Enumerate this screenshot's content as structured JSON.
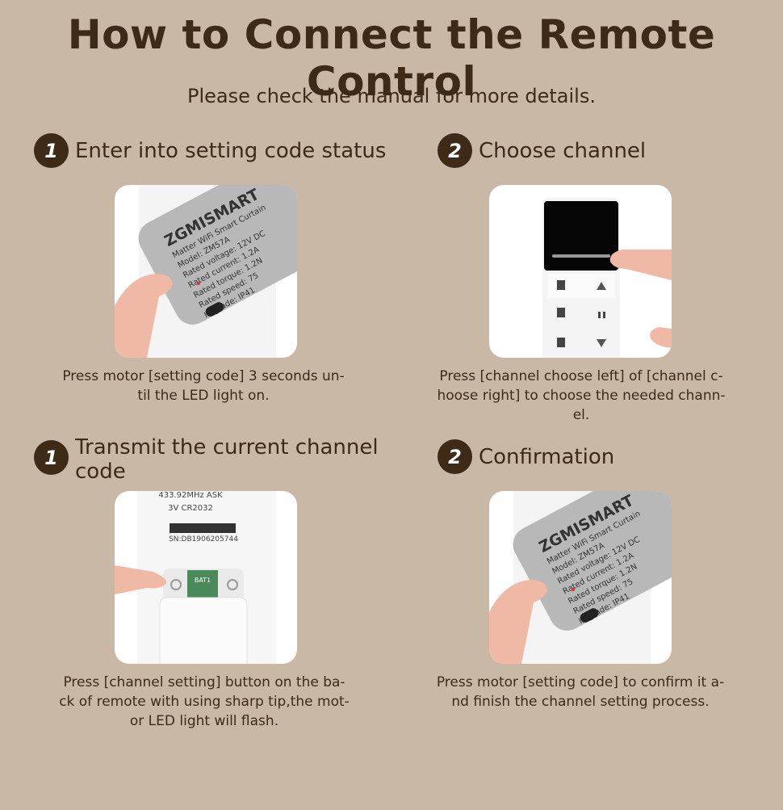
{
  "title": "How to Connect the Remote Control",
  "subtitle": "Please check the manual for more details.",
  "steps": [
    {
      "number": "1",
      "title": "Enter into setting code status",
      "desc": "Press motor [setting code] 3 seconds un-til the LED light on."
    },
    {
      "number": "2",
      "title": "Choose channel",
      "desc": "Press [channel choose left] of [channel c-hoose right] to choose the needed chann-el."
    },
    {
      "number": "1",
      "title": "Transmit the current channel code",
      "desc": "Press [channel setting] button on the ba-ck of remote with using sharp tip,the mot-or LED light will flash."
    },
    {
      "number": "2",
      "title": "Confirmation",
      "desc": "Press motor [setting code] to confirm it a-nd finish the channel setting process."
    }
  ],
  "label": {
    "brand": "ZGMISMART",
    "line1": "Matter WiFi Smart Curtain",
    "line2": "Model: ZM57A",
    "line3": "Rated voltage: 12V DC",
    "line4": "Rated current: 1.2A",
    "line5": "Rated torque: 1.2N",
    "line6": "Rated speed: 75",
    "line7": "IP grade: IP41"
  },
  "remote_back": {
    "freq": "433.92MHz ASK",
    "battery": "3V CR2032",
    "serial": "SN:DB1906205744",
    "bat_tag": "BAT1"
  },
  "colors": {
    "background": "#c9b8a6",
    "text": "#3d2b18",
    "badge": "#3d2b18"
  }
}
